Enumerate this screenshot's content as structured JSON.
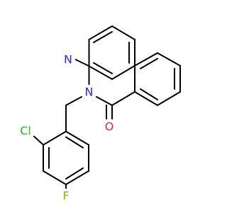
{
  "molecule": {
    "atoms": [
      {
        "id": "N_pyridine",
        "label": "N",
        "color": "#2626ff"
      },
      {
        "id": "N_amide",
        "label": "N",
        "color": "#2626ff"
      },
      {
        "id": "O_carbonyl",
        "label": "O",
        "color": "#ff2020"
      },
      {
        "id": "Cl",
        "label": "Cl",
        "color": "#1fbf1f"
      },
      {
        "id": "F",
        "label": "F",
        "color": "#b5a400"
      }
    ],
    "bond_color": "#000000"
  }
}
